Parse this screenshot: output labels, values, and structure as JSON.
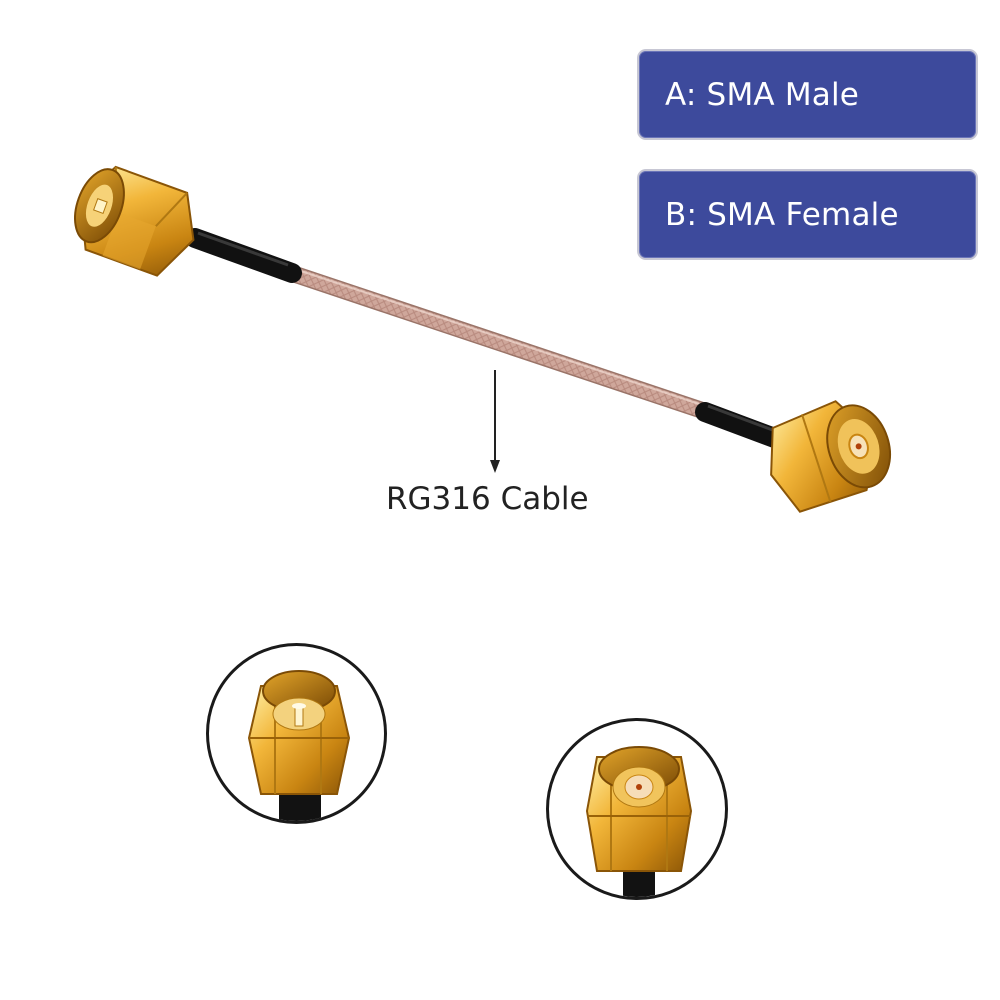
{
  "labels": {
    "a": "A: SMA Male",
    "b": "B: SMA Female"
  },
  "cable_caption": "RG316 Cable",
  "colors": {
    "label_background": "#3d4a9c",
    "gold": "#e0a020",
    "cable": "#c9a49a"
  }
}
